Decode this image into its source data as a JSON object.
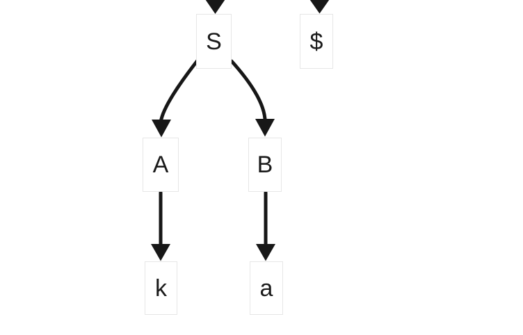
{
  "diagram": {
    "type": "parse-tree",
    "colors": {
      "background": "#ffffff",
      "node_background": "#ffffff",
      "node_border": "#e6e6e6",
      "label_text": "#1a1a1a",
      "edge": "#171717"
    },
    "nodes": [
      {
        "id": "S",
        "label": "S"
      },
      {
        "id": "dollar",
        "label": "$"
      },
      {
        "id": "A",
        "label": "A"
      },
      {
        "id": "B",
        "label": "B"
      },
      {
        "id": "k",
        "label": "k"
      },
      {
        "id": "a",
        "label": "a"
      }
    ],
    "edges": [
      {
        "from": "offscreen-parent",
        "to": "S",
        "style": "arrowhead-only-clipped-at-top"
      },
      {
        "from": "offscreen-parent",
        "to": "dollar",
        "style": "arrowhead-only-clipped-at-top"
      },
      {
        "from": "S",
        "to": "A",
        "style": "curved-arrow"
      },
      {
        "from": "S",
        "to": "B",
        "style": "curved-arrow"
      },
      {
        "from": "A",
        "to": "k",
        "style": "straight-arrow"
      },
      {
        "from": "B",
        "to": "a",
        "style": "straight-arrow"
      }
    ]
  }
}
